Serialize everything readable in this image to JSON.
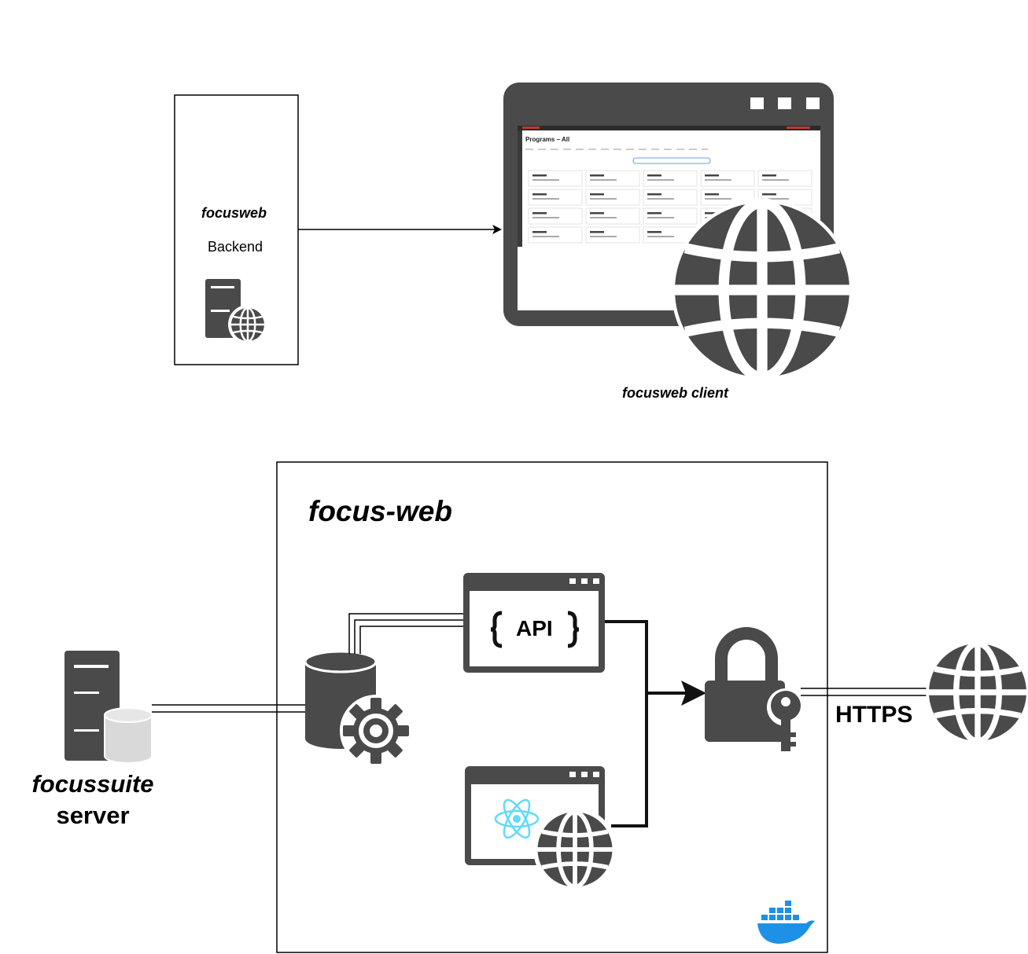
{
  "top_section": {
    "backend_title": "focusweb",
    "backend_label": "Backend",
    "client_label": "focusweb client",
    "screenshot_title": "Programs – All"
  },
  "bottom_section": {
    "container_title": "focus-web",
    "api_label": "API",
    "https_label": "HTTPS",
    "server_line1": "focussuite",
    "server_line2": "server"
  },
  "icons": [
    "server-globe-icon",
    "browser-window-icon",
    "globe-icon",
    "database-gear-icon",
    "api-window-icon",
    "react-window-icon",
    "react-logo-icon",
    "padlock-key-icon",
    "server-database-icon",
    "docker-whale-icon"
  ],
  "colors": {
    "icon_dark": "#4a4a4a",
    "icon_light": "#d9d9d9",
    "react_blue": "#61dafb",
    "docker_blue": "#1d91e6"
  }
}
